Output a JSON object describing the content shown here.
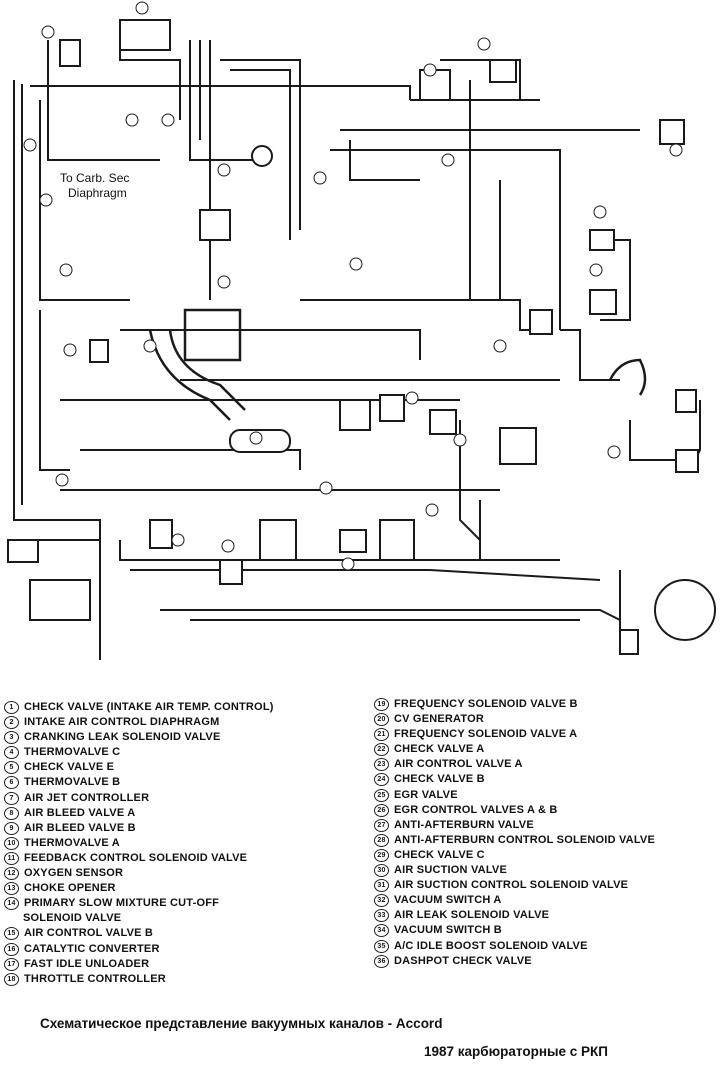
{
  "diagram": {
    "labels": {
      "to_carb_sec_diaphragm_line1": "To Carb. Sec",
      "to_carb_sec_diaphragm_line2": "Diaphragm"
    }
  },
  "legend_left": [
    {
      "num": "1",
      "text": "CHECK VALVE (INTAKE AIR TEMP. CONTROL)"
    },
    {
      "num": "2",
      "text": "INTAKE AIR CONTROL DIAPHRAGM"
    },
    {
      "num": "3",
      "text": "CRANKING LEAK SOLENOID VALVE"
    },
    {
      "num": "4",
      "text": "THERMOVALVE C"
    },
    {
      "num": "5",
      "text": "CHECK VALVE E"
    },
    {
      "num": "6",
      "text": "THERMOVALVE B"
    },
    {
      "num": "7",
      "text": "AIR JET CONTROLLER"
    },
    {
      "num": "8",
      "text": "AIR BLEED VALVE A"
    },
    {
      "num": "9",
      "text": "AIR BLEED VALVE B"
    },
    {
      "num": "10",
      "text": "THERMOVALVE A"
    },
    {
      "num": "11",
      "text": "FEEDBACK CONTROL SOLENOID VALVE"
    },
    {
      "num": "12",
      "text": "OXYGEN SENSOR"
    },
    {
      "num": "13",
      "text": "CHOKE OPENER"
    },
    {
      "num": "14",
      "text": "PRIMARY SLOW MIXTURE CUT-OFF"
    },
    {
      "num": "",
      "text": "SOLENOID VALVE"
    },
    {
      "num": "15",
      "text": "AIR CONTROL VALVE B"
    },
    {
      "num": "16",
      "text": "CATALYTIC CONVERTER"
    },
    {
      "num": "17",
      "text": "FAST IDLE UNLOADER"
    },
    {
      "num": "18",
      "text": "THROTTLE CONTROLLER"
    }
  ],
  "legend_right": [
    {
      "num": "19",
      "text": "FREQUENCY SOLENOID VALVE B"
    },
    {
      "num": "20",
      "text": "CV GENERATOR"
    },
    {
      "num": "21",
      "text": "FREQUENCY SOLENOID VALVE A"
    },
    {
      "num": "22",
      "text": "CHECK VALVE A"
    },
    {
      "num": "23",
      "text": "AIR CONTROL VALVE A"
    },
    {
      "num": "24",
      "text": "CHECK VALVE B"
    },
    {
      "num": "25",
      "text": "EGR VALVE"
    },
    {
      "num": "26",
      "text": "EGR CONTROL VALVES A & B"
    },
    {
      "num": "27",
      "text": "ANTI-AFTERBURN VALVE"
    },
    {
      "num": "28",
      "text": "ANTI-AFTERBURN CONTROL SOLENOID VALVE"
    },
    {
      "num": "29",
      "text": "CHECK VALVE C"
    },
    {
      "num": "30",
      "text": "AIR SUCTION VALVE"
    },
    {
      "num": "31",
      "text": "AIR SUCTION CONTROL SOLENOID VALVE"
    },
    {
      "num": "32",
      "text": "VACUUM SWITCH A"
    },
    {
      "num": "33",
      "text": "AIR LEAK SOLENOID VALVE"
    },
    {
      "num": "34",
      "text": "VACUUM SWITCH B"
    },
    {
      "num": "35",
      "text": "A/C IDLE BOOST SOLENOID VALVE"
    },
    {
      "num": "36",
      "text": "DASHPOT CHECK VALVE"
    }
  ],
  "caption": {
    "title": "Схематическое представление вакуумных каналов - Accord",
    "subtitle": "1987 карбюраторные с РКП"
  }
}
